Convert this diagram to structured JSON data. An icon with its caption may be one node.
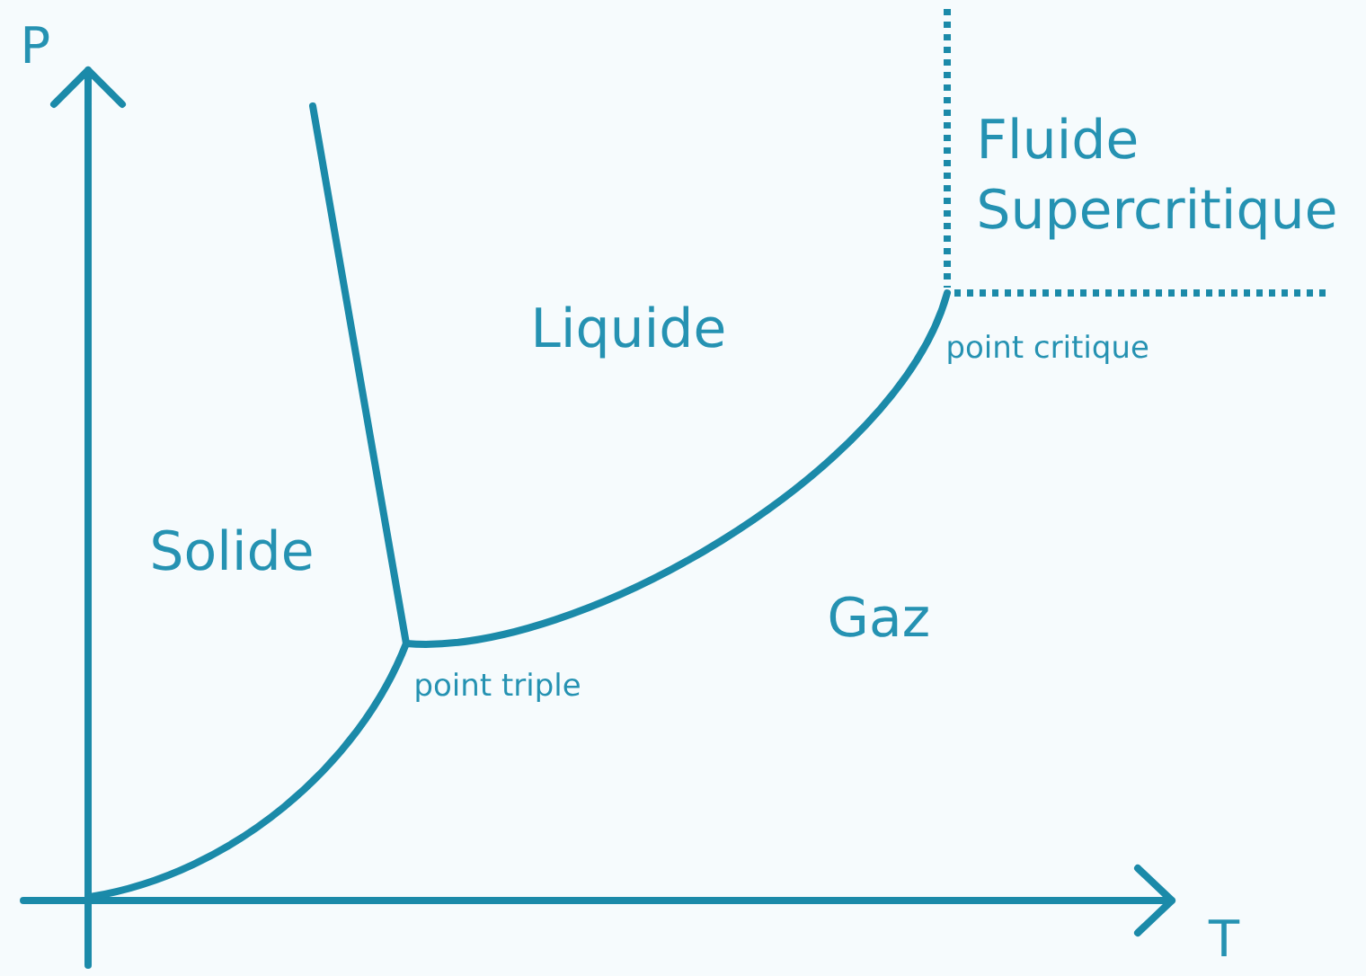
{
  "diagram": {
    "labels": [
      "P",
      "Fluide Supercritique",
      "Liquide",
      "point critique",
      "Solide",
      "Gaz",
      "point triple",
      "T"
    ]
  }
}
